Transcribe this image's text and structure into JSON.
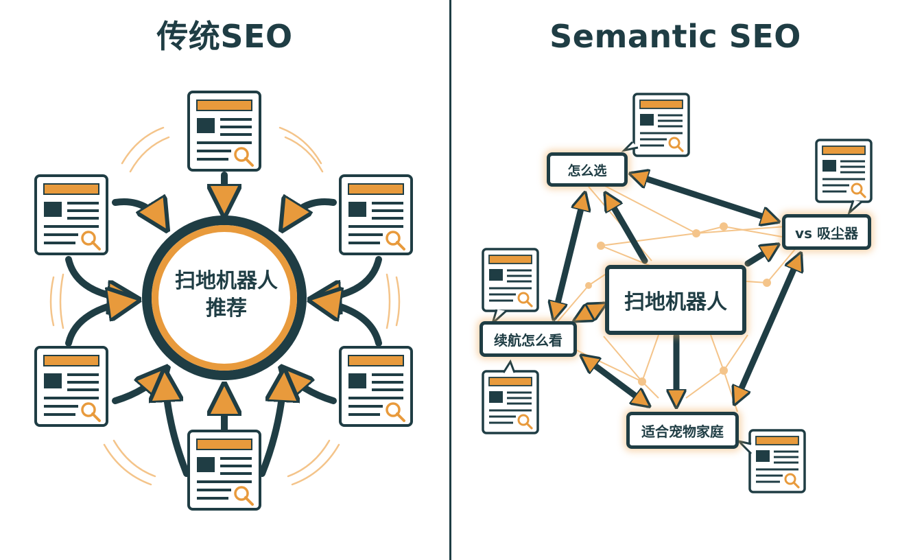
{
  "left_panel": {
    "title": "传统SEO",
    "hub_label_line1": "扫地机器人",
    "hub_label_line2": "推荐"
  },
  "right_panel": {
    "title": "Semantic SEO",
    "nodes": {
      "center": "扫地机器人",
      "how_to_choose": "怎么选",
      "vs_vacuum": "vs 吸尘器",
      "battery_life": "续航怎么看",
      "pet_family": "适合宠物家庭"
    }
  },
  "colors": {
    "dark_teal": "#1f3d44",
    "orange": "#e89a3c",
    "light_orange": "#f4c48a",
    "background": "#ffffff"
  },
  "icons": [
    "document-page-icon",
    "magnifier-icon"
  ]
}
